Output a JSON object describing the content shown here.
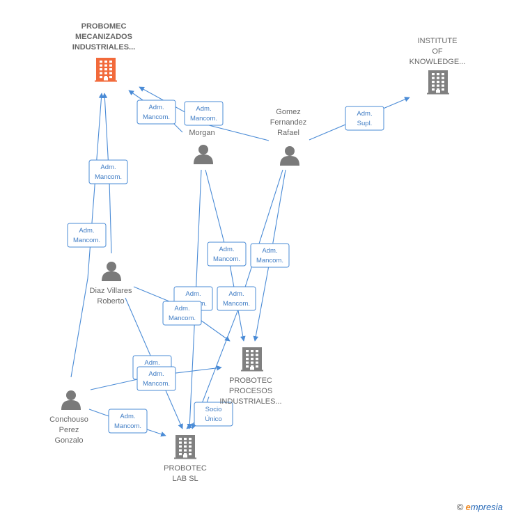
{
  "nodes": [
    {
      "id": "probomec",
      "kind": "company",
      "highlight": true,
      "label": [
        "PROBOMEC",
        "MECANIZADOS",
        "INDUSTRIALES..."
      ]
    },
    {
      "id": "institute",
      "kind": "company",
      "highlight": false,
      "label": [
        "INSTITUTE",
        "OF",
        "KNOWLEDGE..."
      ]
    },
    {
      "id": "morgan",
      "kind": "person",
      "label": [
        "Morgan"
      ]
    },
    {
      "id": "gomez",
      "kind": "person",
      "label": [
        "Gomez",
        "Fernandez",
        "Rafael"
      ]
    },
    {
      "id": "diaz",
      "kind": "person",
      "label": [
        "Diaz Villares",
        "Roberto"
      ]
    },
    {
      "id": "conchouso",
      "kind": "person",
      "label": [
        "Conchouso",
        "Perez",
        "Gonzalo"
      ]
    },
    {
      "id": "procesos",
      "kind": "company",
      "highlight": false,
      "label": [
        "PROBOTEC",
        "PROCESOS",
        "INDUSTRIALES..."
      ]
    },
    {
      "id": "lab",
      "kind": "company",
      "highlight": false,
      "label": [
        "PROBOTEC",
        "LAB SL"
      ]
    }
  ],
  "edge_labels": [
    [
      "Adm.",
      "Mancom."
    ],
    [
      "Adm.",
      "Mancom."
    ],
    [
      "Adm.",
      "Supl."
    ],
    [
      "Adm.",
      "Mancom."
    ],
    [
      "Adm.",
      "Mancom."
    ],
    [
      "Adm.",
      "Mancom."
    ],
    [
      "Adm.",
      "Mancom."
    ],
    [
      "Adm.",
      "Mancom."
    ],
    [
      "Adm.",
      "Mancom."
    ],
    [
      "Adm.",
      "Mancom."
    ],
    [
      "Adm.",
      "Mancom."
    ],
    [
      "Adm.",
      "Mancom."
    ],
    [
      "Socio",
      "Único"
    ],
    [
      "Adm.",
      "Mancom."
    ]
  ],
  "colors": {
    "edge": "#4a8bd6",
    "company_highlight": "#f26a3b",
    "company": "#808080",
    "person": "#7a7a7a"
  },
  "watermark": {
    "copyright": "©",
    "brand_initial": "e",
    "brand_rest": "mpresia"
  }
}
